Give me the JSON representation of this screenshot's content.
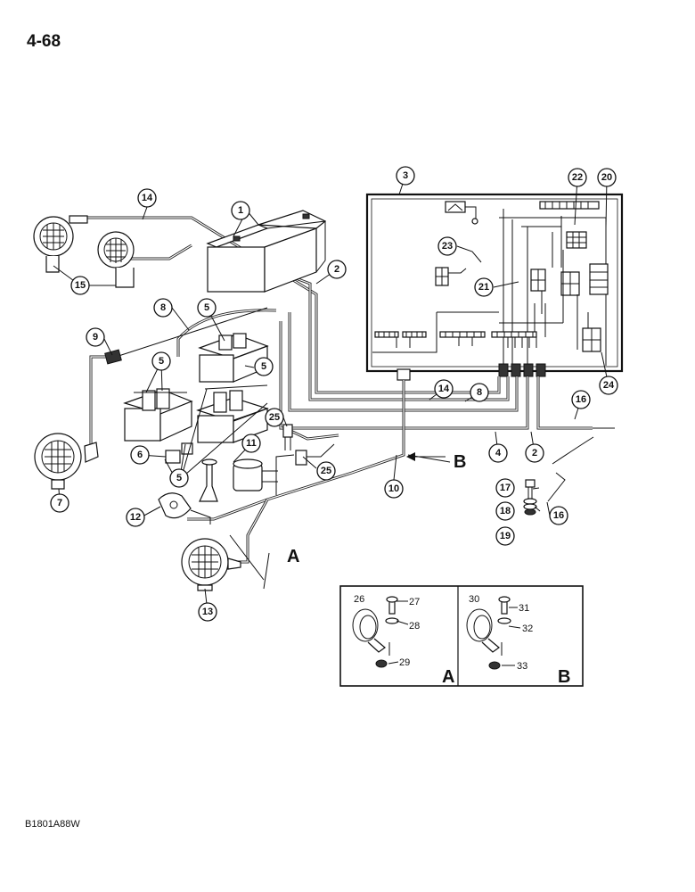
{
  "page_number": "4-68",
  "figure_code": "B1801A88W",
  "callouts": {
    "c1": "1",
    "c2a": "2",
    "c2b": "2",
    "c3": "3",
    "c4": "4",
    "c5a": "5",
    "c5b": "5",
    "c5c": "5",
    "c5d": "5",
    "c6": "6",
    "c7": "7",
    "c8a": "8",
    "c8b": "8",
    "c9": "9",
    "c10": "10",
    "c11": "11",
    "c12": "12",
    "c13": "13",
    "c14a": "14",
    "c14b": "14",
    "c15": "15",
    "c16a": "16",
    "c16b": "16",
    "c17": "17",
    "c18": "18",
    "c19": "19",
    "c20": "20",
    "c21": "21",
    "c22": "22",
    "c23": "23",
    "c24": "24",
    "c25a": "25",
    "c25b": "25"
  },
  "inset_labels": {
    "l26": "26",
    "l27": "27",
    "l28": "28",
    "l29": "29",
    "l30": "30",
    "l31": "31",
    "l32": "32",
    "l33": "33"
  },
  "view_letters": {
    "arrow_a": "A",
    "arrow_b": "B",
    "inset_a": "A",
    "inset_b": "B"
  }
}
